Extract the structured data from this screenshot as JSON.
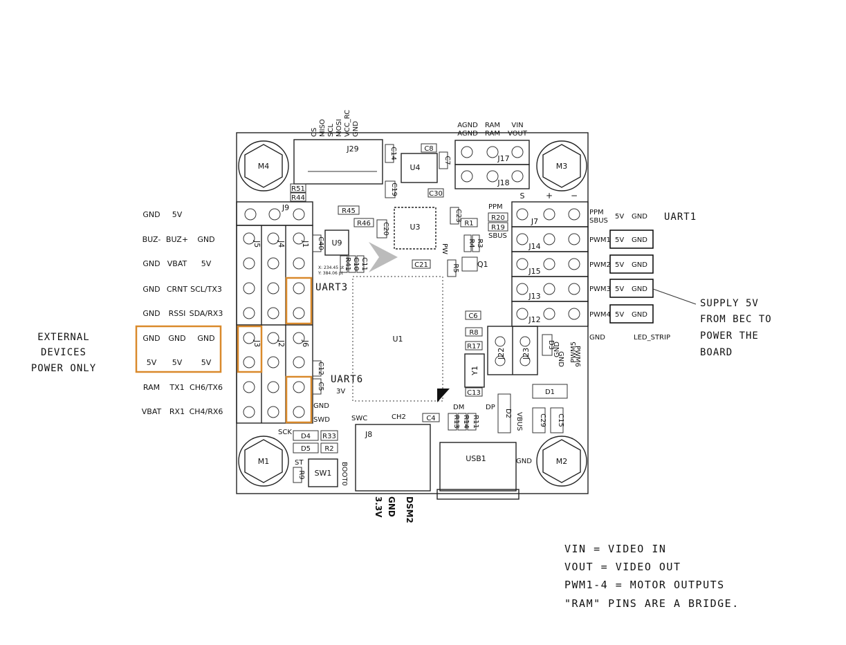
{
  "colors": {
    "highlight": "#d9892b",
    "ink": "#111111"
  },
  "mount_holes": [
    "M4",
    "M3",
    "M1",
    "M2"
  ],
  "chips": [
    "J29",
    "U4",
    "J17",
    "J18",
    "U3",
    "U9",
    "U1",
    "J8",
    "USB1",
    "SW1",
    "Y1",
    "Q1"
  ],
  "top_labels": {
    "j29_pins": [
      "CS",
      "MISO",
      "SCL",
      "MOSI",
      "VCC_RC",
      "GND"
    ],
    "j17_row1": [
      "AGND",
      "RAM",
      "VIN"
    ],
    "j17_row2": [
      "AGND",
      "RAM",
      "VOUT"
    ],
    "servo_signs": [
      "S",
      "+",
      "−"
    ]
  },
  "left_grid": [
    [
      "GND",
      "5V",
      ""
    ],
    [
      "BUZ-",
      "BUZ+",
      "GND"
    ],
    [
      "GND",
      "VBAT",
      "5V"
    ],
    [
      "GND",
      "CRNT",
      "SCL/TX3"
    ],
    [
      "GND",
      "RSSI",
      "SDA/RX3"
    ],
    [
      "GND",
      "GND",
      "GND"
    ],
    [
      "5V",
      "5V",
      "5V"
    ],
    [
      "RAM",
      "TX1",
      "CH6/TX6"
    ],
    [
      "VBAT",
      "RX1",
      "CH4/RX6"
    ]
  ],
  "right_side": {
    "ppm": "PPM",
    "sbus": "SBUS",
    "uart1_5v": "5V",
    "uart1_gnd": "GND",
    "pwm_rows": [
      {
        "label": "PWM1",
        "v": "5V",
        "g": "GND"
      },
      {
        "label": "PWM2",
        "v": "5V",
        "g": "GND"
      },
      {
        "label": "PWM3",
        "v": "5V",
        "g": "GND"
      },
      {
        "label": "PWM4",
        "v": "5V",
        "g": "GND"
      }
    ],
    "gnd": "GND",
    "led_strip": "LED_STRIP"
  },
  "connectors": [
    "J9",
    "J5",
    "J4",
    "J1",
    "J3",
    "J2",
    "J6",
    "J7",
    "J14",
    "J15",
    "J13",
    "J12",
    "J22",
    "J23"
  ],
  "parts": [
    "R51",
    "R44",
    "R45",
    "R46",
    "C20",
    "C40",
    "R41",
    "C10",
    "C11",
    "C21",
    "C14",
    "C19",
    "C8",
    "C7",
    "C30",
    "C23",
    "R1",
    "R20",
    "R19",
    "R3",
    "R4",
    "R5",
    "C6",
    "R8",
    "R17",
    "C13",
    "C12",
    "C5",
    "D3",
    "D1",
    "C29",
    "C15",
    "C4",
    "D2",
    "D4",
    "D5",
    "R33",
    "R2",
    "R9",
    "R13",
    "R14",
    "R11"
  ],
  "pins": {
    "ppm_sbus_small": [
      "PPM",
      "SBUS"
    ],
    "pw": "PW",
    "three_v": "3V",
    "gnd": "GND",
    "swd": "SWD",
    "swc": "SWC",
    "ch2": "CH2",
    "dm": "DM",
    "dp": "DP",
    "vbus": "VBUS",
    "gnd2": "GND",
    "sck": "SCK",
    "st": "ST",
    "boot0": "BOOT0",
    "pwm5": "PWM5",
    "pwm6": "PWM6",
    "gnd3": "GND",
    "gnd4": "GND",
    "coord_x": "X: 234.45 pt",
    "coord_y": "Y: 384.06 pt"
  },
  "bottom_pins": [
    "3.3V",
    "GND",
    "DSM2"
  ],
  "annotations": {
    "uart1": "UART1",
    "uart3": "UART3",
    "uart6": "UART6",
    "external": [
      "EXTERNAL",
      "DEVICES",
      "POWER ONLY"
    ],
    "supply": [
      "SUPPLY 5V",
      "FROM BEC TO",
      "POWER THE",
      "BOARD"
    ],
    "legend": [
      "VIN = VIDEO IN",
      "VOUT = VIDEO OUT",
      "PWM1-4 = MOTOR OUTPUTS",
      "\"RAM\" PINS ARE A BRIDGE."
    ]
  }
}
